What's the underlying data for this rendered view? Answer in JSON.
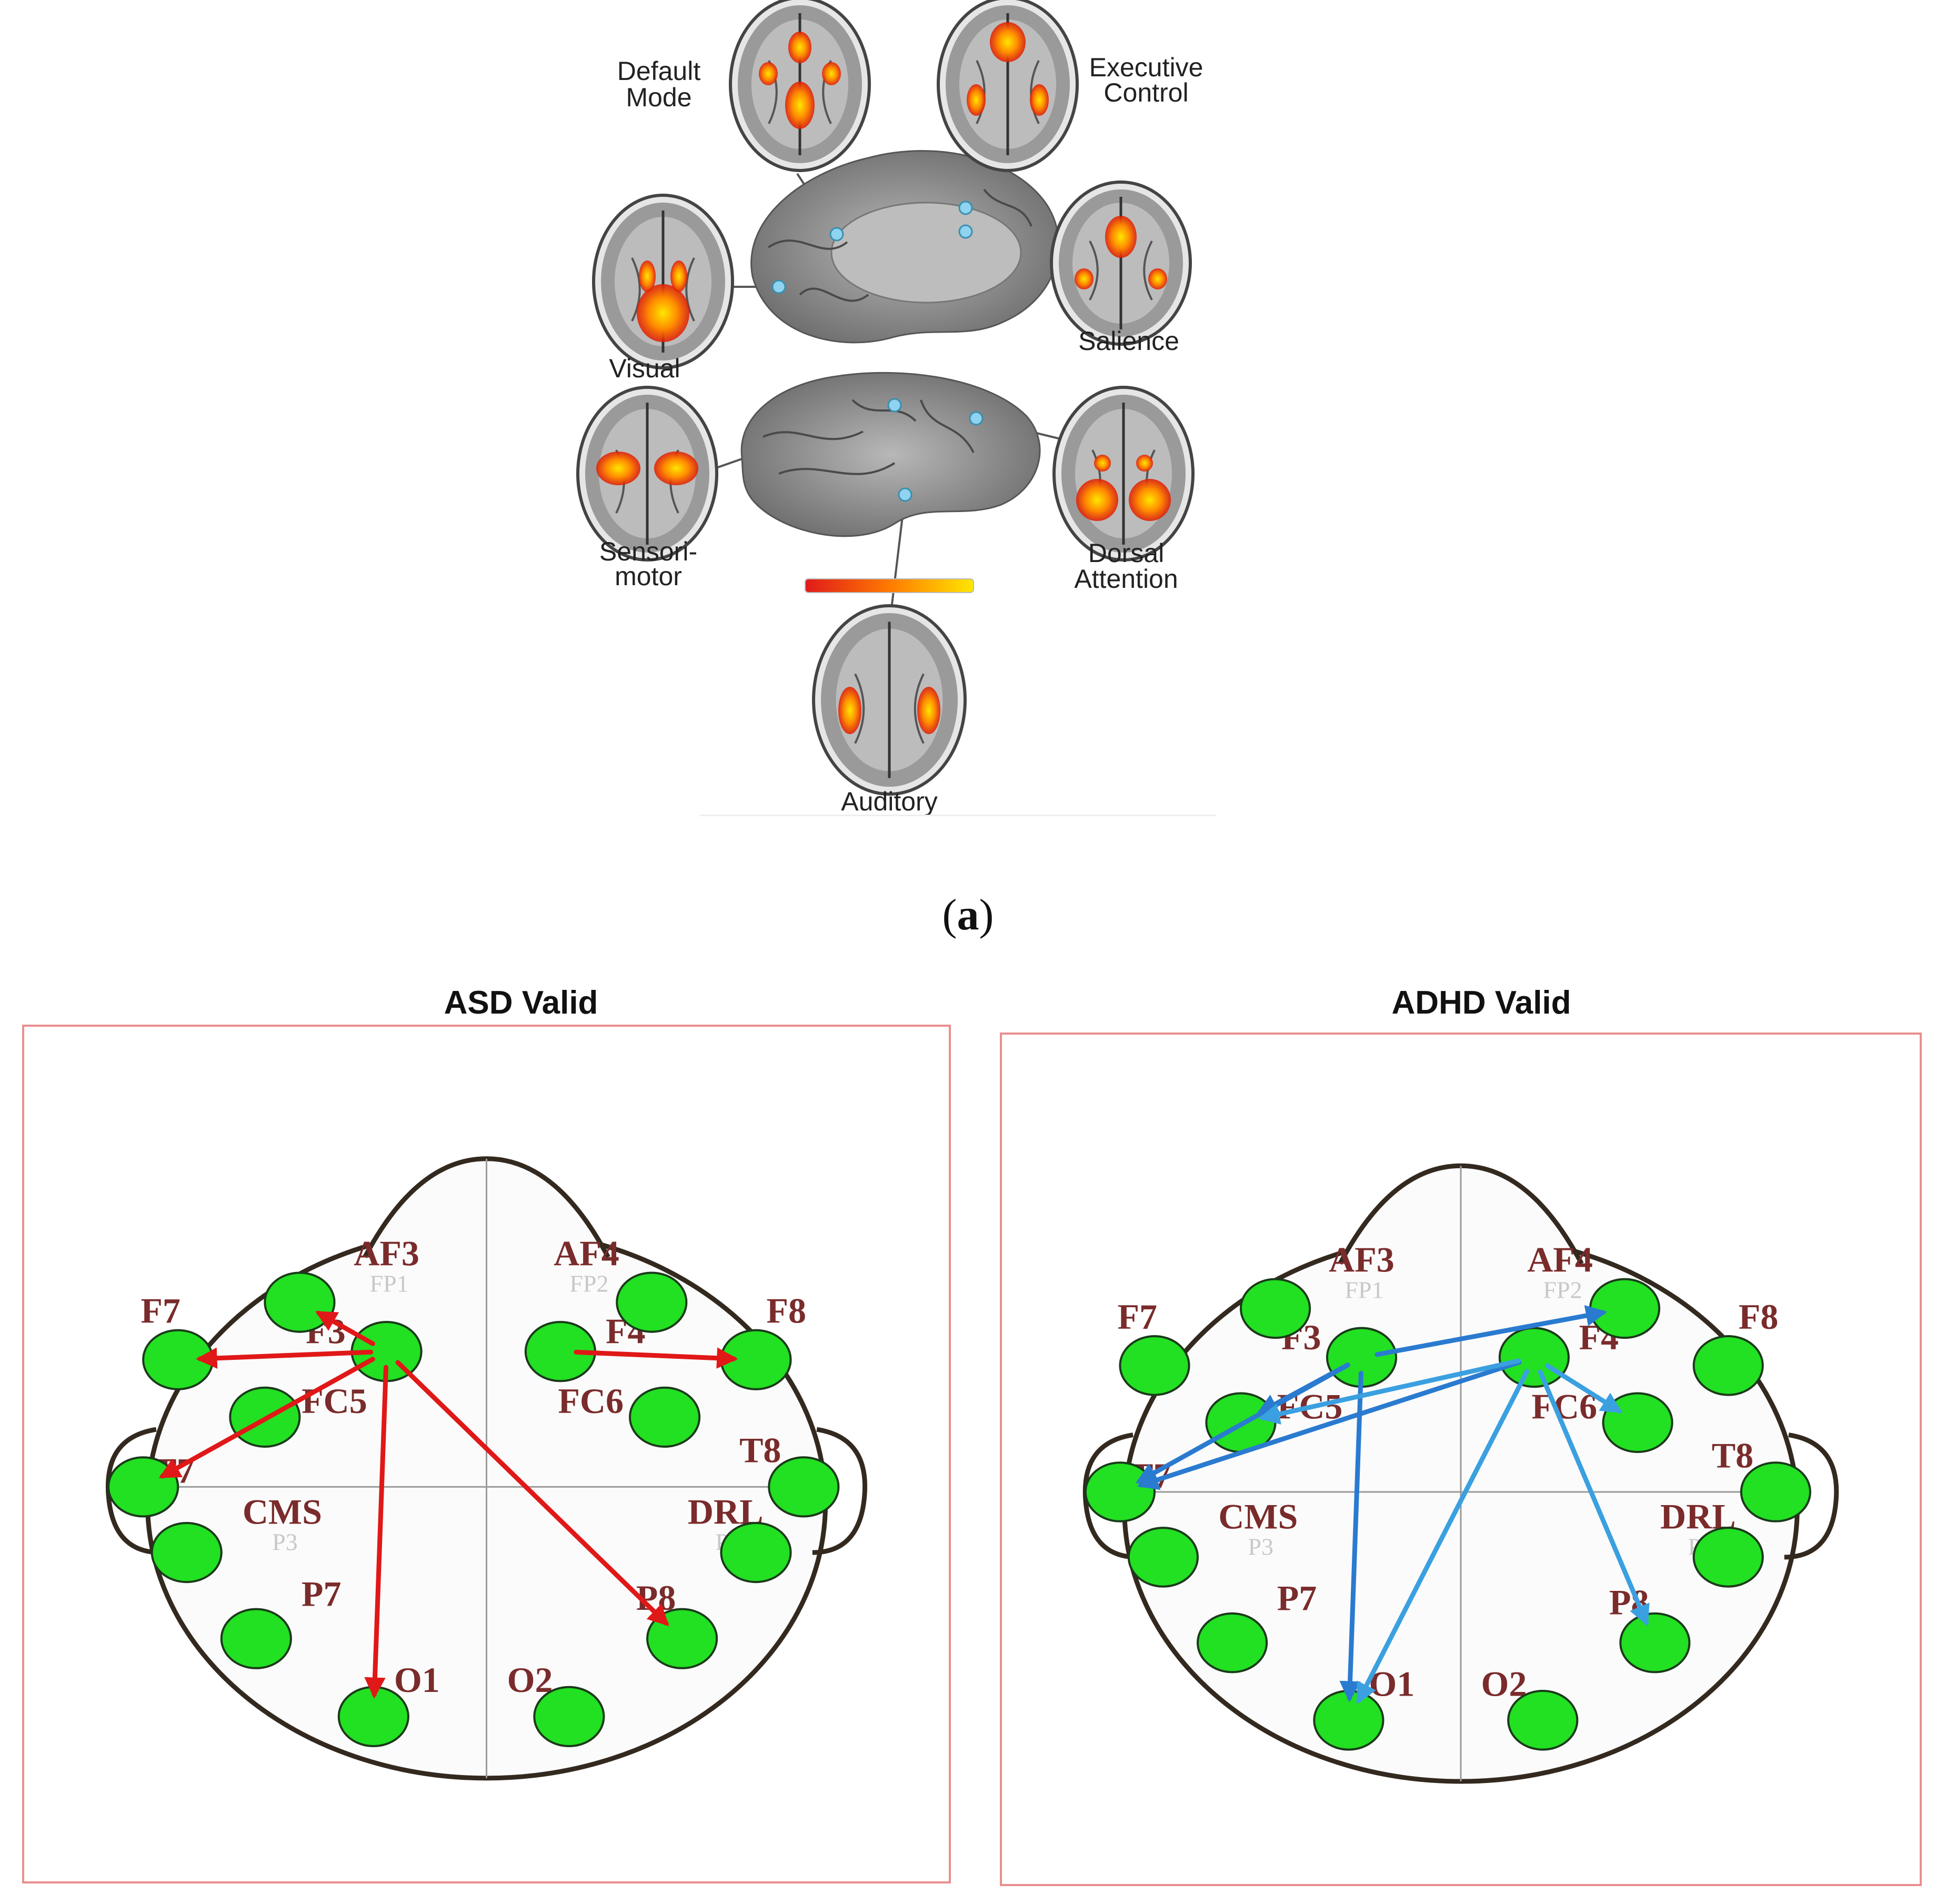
{
  "figure_a": {
    "networks": [
      {
        "id": "default-mode",
        "label_lines": [
          "Default",
          "Mode"
        ]
      },
      {
        "id": "executive-control",
        "label_lines": [
          "Executive",
          "Control"
        ]
      },
      {
        "id": "visual",
        "label_lines": [
          "Visual"
        ]
      },
      {
        "id": "salience",
        "label_lines": [
          "Salience"
        ]
      },
      {
        "id": "sensorimotor",
        "label_lines": [
          "Sensori-",
          "motor"
        ]
      },
      {
        "id": "dorsal-attention",
        "label_lines": [
          "Dorsal",
          "Attention"
        ]
      },
      {
        "id": "auditory",
        "label_lines": [
          "Auditory"
        ]
      }
    ],
    "caption_open": "(",
    "caption_letter": "a",
    "caption_close": ")"
  },
  "panels": [
    {
      "id": "asd",
      "title": "ASD Valid",
      "arrow_color": "#e01818",
      "connections": [
        {
          "from": "F3",
          "to": "AF3"
        },
        {
          "from": "F3",
          "to": "F7"
        },
        {
          "from": "F4",
          "to": "F8"
        },
        {
          "from": "F3",
          "to": "T7"
        },
        {
          "from": "F3",
          "to": "O1"
        },
        {
          "from": "F3",
          "to": "P8"
        }
      ]
    },
    {
      "id": "adhd",
      "title": "ADHD Valid",
      "arrow_color": "#2a7bd0",
      "connections": [
        {
          "from": "F3",
          "to": "AF4",
          "color": "#2a7bd0"
        },
        {
          "from": "F3",
          "to": "FC5",
          "color": "#2a7bd0"
        },
        {
          "from": "F3",
          "to": "T7",
          "color": "#2a7bd0"
        },
        {
          "from": "F3",
          "to": "O1",
          "color": "#2a7bd0"
        },
        {
          "from": "F4",
          "to": "T7",
          "color": "#2a7bd0"
        },
        {
          "from": "F4",
          "to": "FC5",
          "color": "#3aa0e0"
        },
        {
          "from": "F4",
          "to": "FC6",
          "color": "#3aa0e0"
        },
        {
          "from": "F4",
          "to": "P8",
          "color": "#3aa0e0"
        },
        {
          "from": "F4",
          "to": "O1",
          "color": "#3aa0e0"
        }
      ]
    }
  ],
  "electrodes": [
    {
      "id": "AF3",
      "label": "AF3",
      "sub": "FP1"
    },
    {
      "id": "AF4",
      "label": "AF4",
      "sub": "FP2"
    },
    {
      "id": "F7",
      "label": "F7",
      "sub": ""
    },
    {
      "id": "F8",
      "label": "F8",
      "sub": ""
    },
    {
      "id": "F3",
      "label": "F3",
      "sub": ""
    },
    {
      "id": "F4",
      "label": "F4",
      "sub": ""
    },
    {
      "id": "FC5",
      "label": "FC5",
      "sub": ""
    },
    {
      "id": "FC6",
      "label": "FC6",
      "sub": ""
    },
    {
      "id": "T7",
      "label": "T7",
      "sub": ""
    },
    {
      "id": "T8",
      "label": "T8",
      "sub": ""
    },
    {
      "id": "CMS",
      "label": "CMS",
      "sub": "P3"
    },
    {
      "id": "DRL",
      "label": "DRL",
      "sub": "P4"
    },
    {
      "id": "P7",
      "label": "P7",
      "sub": ""
    },
    {
      "id": "P8",
      "label": "P8",
      "sub": ""
    },
    {
      "id": "O1",
      "label": "O1",
      "sub": ""
    },
    {
      "id": "O2",
      "label": "O2",
      "sub": ""
    }
  ],
  "colors": {
    "electrode_fill": "#22e022",
    "electrode_stroke": "#1a3a1a",
    "panel_border": "#e98f8f",
    "label_color": "#7a2b2b"
  }
}
